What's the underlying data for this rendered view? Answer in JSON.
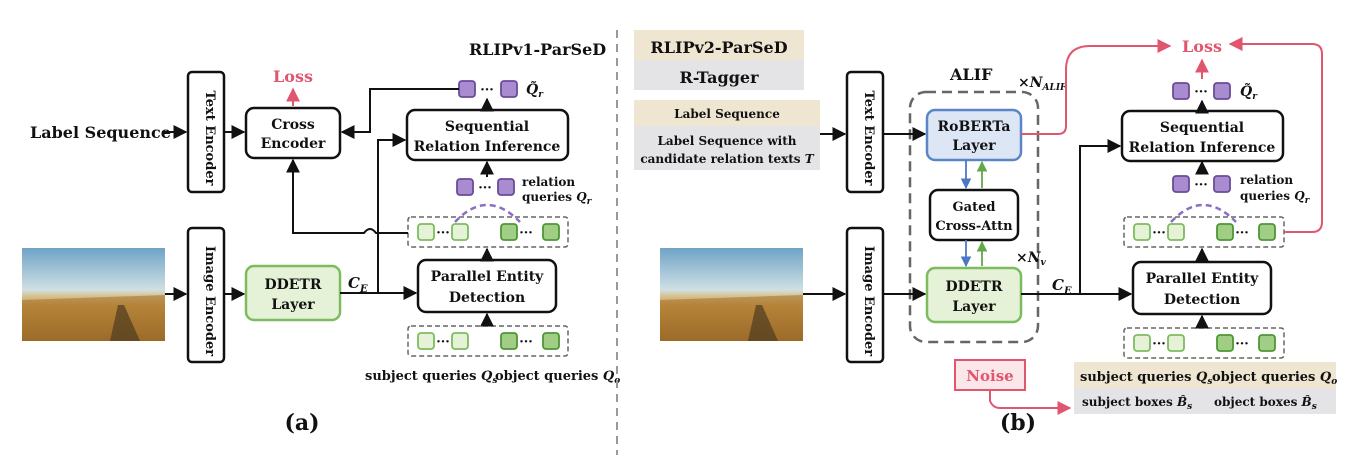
{
  "left": {
    "title": "RLIPv1-ParSeD",
    "label_sequence": "Label Sequence",
    "text_encoder": "Text Encoder",
    "image_encoder": "Image Encoder",
    "cross_encoder": [
      "Cross",
      "Encoder"
    ],
    "loss": "Loss",
    "qr_tilde": "Q̃",
    "qr_tilde_sub": "r",
    "seq_rel": [
      "Sequential",
      "Relation Inference"
    ],
    "relation_queries": "relation",
    "relation_queries_2": "queries",
    "qr": "Q",
    "qr_sub": "r",
    "ddetr": [
      "DDETR",
      "Layer"
    ],
    "ce": "C",
    "ce_sub": "E",
    "ped": [
      "Parallel Entity",
      "Detection"
    ],
    "subject_queries": "subject queries",
    "qs": "Q",
    "qs_sub": "s",
    "object_queries": "object queries",
    "qo": "Q",
    "qo_sub": "o",
    "caption": "(a)"
  },
  "right": {
    "title_1": "RLIPv2-ParSeD",
    "title_2": "R-Tagger",
    "label_sequence": "Label Sequence",
    "label_sequence_cand": "Label Sequence with",
    "label_sequence_cand_2": "candidate relation texts",
    "t_symbol": "T",
    "alif": "ALIF",
    "n_alif": "×N",
    "n_alif_sub": "ALIF",
    "text_encoder": "Text Encoder",
    "image_encoder": "Image Encoder",
    "roberta": [
      "RoBERTa",
      "Layer"
    ],
    "gated": [
      "Gated",
      "Cross-Attn"
    ],
    "nv": "×N",
    "nv_sub": "v",
    "ddetr": [
      "DDETR",
      "Layer"
    ],
    "ce": "C",
    "ce_sub": "E",
    "loss": "Loss",
    "qr_tilde": "Q̃",
    "qr_tilde_sub": "r",
    "seq_rel": [
      "Sequential",
      "Relation Inference"
    ],
    "relation_queries": "relation",
    "relation_queries_2": "queries",
    "qr": "Q",
    "qr_sub": "r",
    "ped": [
      "Parallel Entity",
      "Detection"
    ],
    "noise": "Noise",
    "subject_queries": "subject queries",
    "qs": "Q",
    "qs_sub": "s",
    "object_queries": "object queries",
    "qo": "Q",
    "qo_sub": "o",
    "subject_boxes": "subject boxes",
    "object_boxes": "object boxes",
    "bs": "B̂",
    "bs_sub": "s",
    "caption": "(b)"
  },
  "colors": {
    "loss": "#e0566f",
    "green_fill": "#e6f2d8",
    "green_stroke": "#7dbb5f",
    "dark_green_fill": "#9fce84",
    "dark_green_stroke": "#4f9636",
    "purple_fill": "#a98bd0",
    "purple_stroke": "#6b4a99",
    "blue_fill": "#dce6f5",
    "blue_stroke": "#5b86c6",
    "tan": "#efe6d2",
    "grey_box": "#e4e4e6",
    "dashed": "#8a6fc4"
  }
}
